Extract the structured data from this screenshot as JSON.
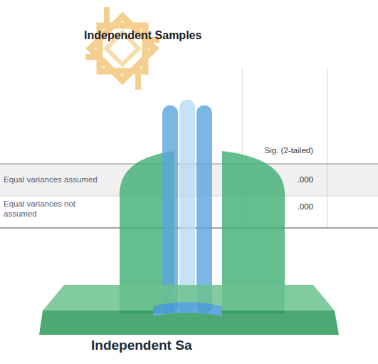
{
  "diagram": {
    "labels": [
      "Independent Samples",
      "Sig. (2-tailed)",
      "Equal variances assumed",
      ".000",
      "Equal variances not assumed",
      ".000",
      "Independent Sa"
    ]
  }
}
